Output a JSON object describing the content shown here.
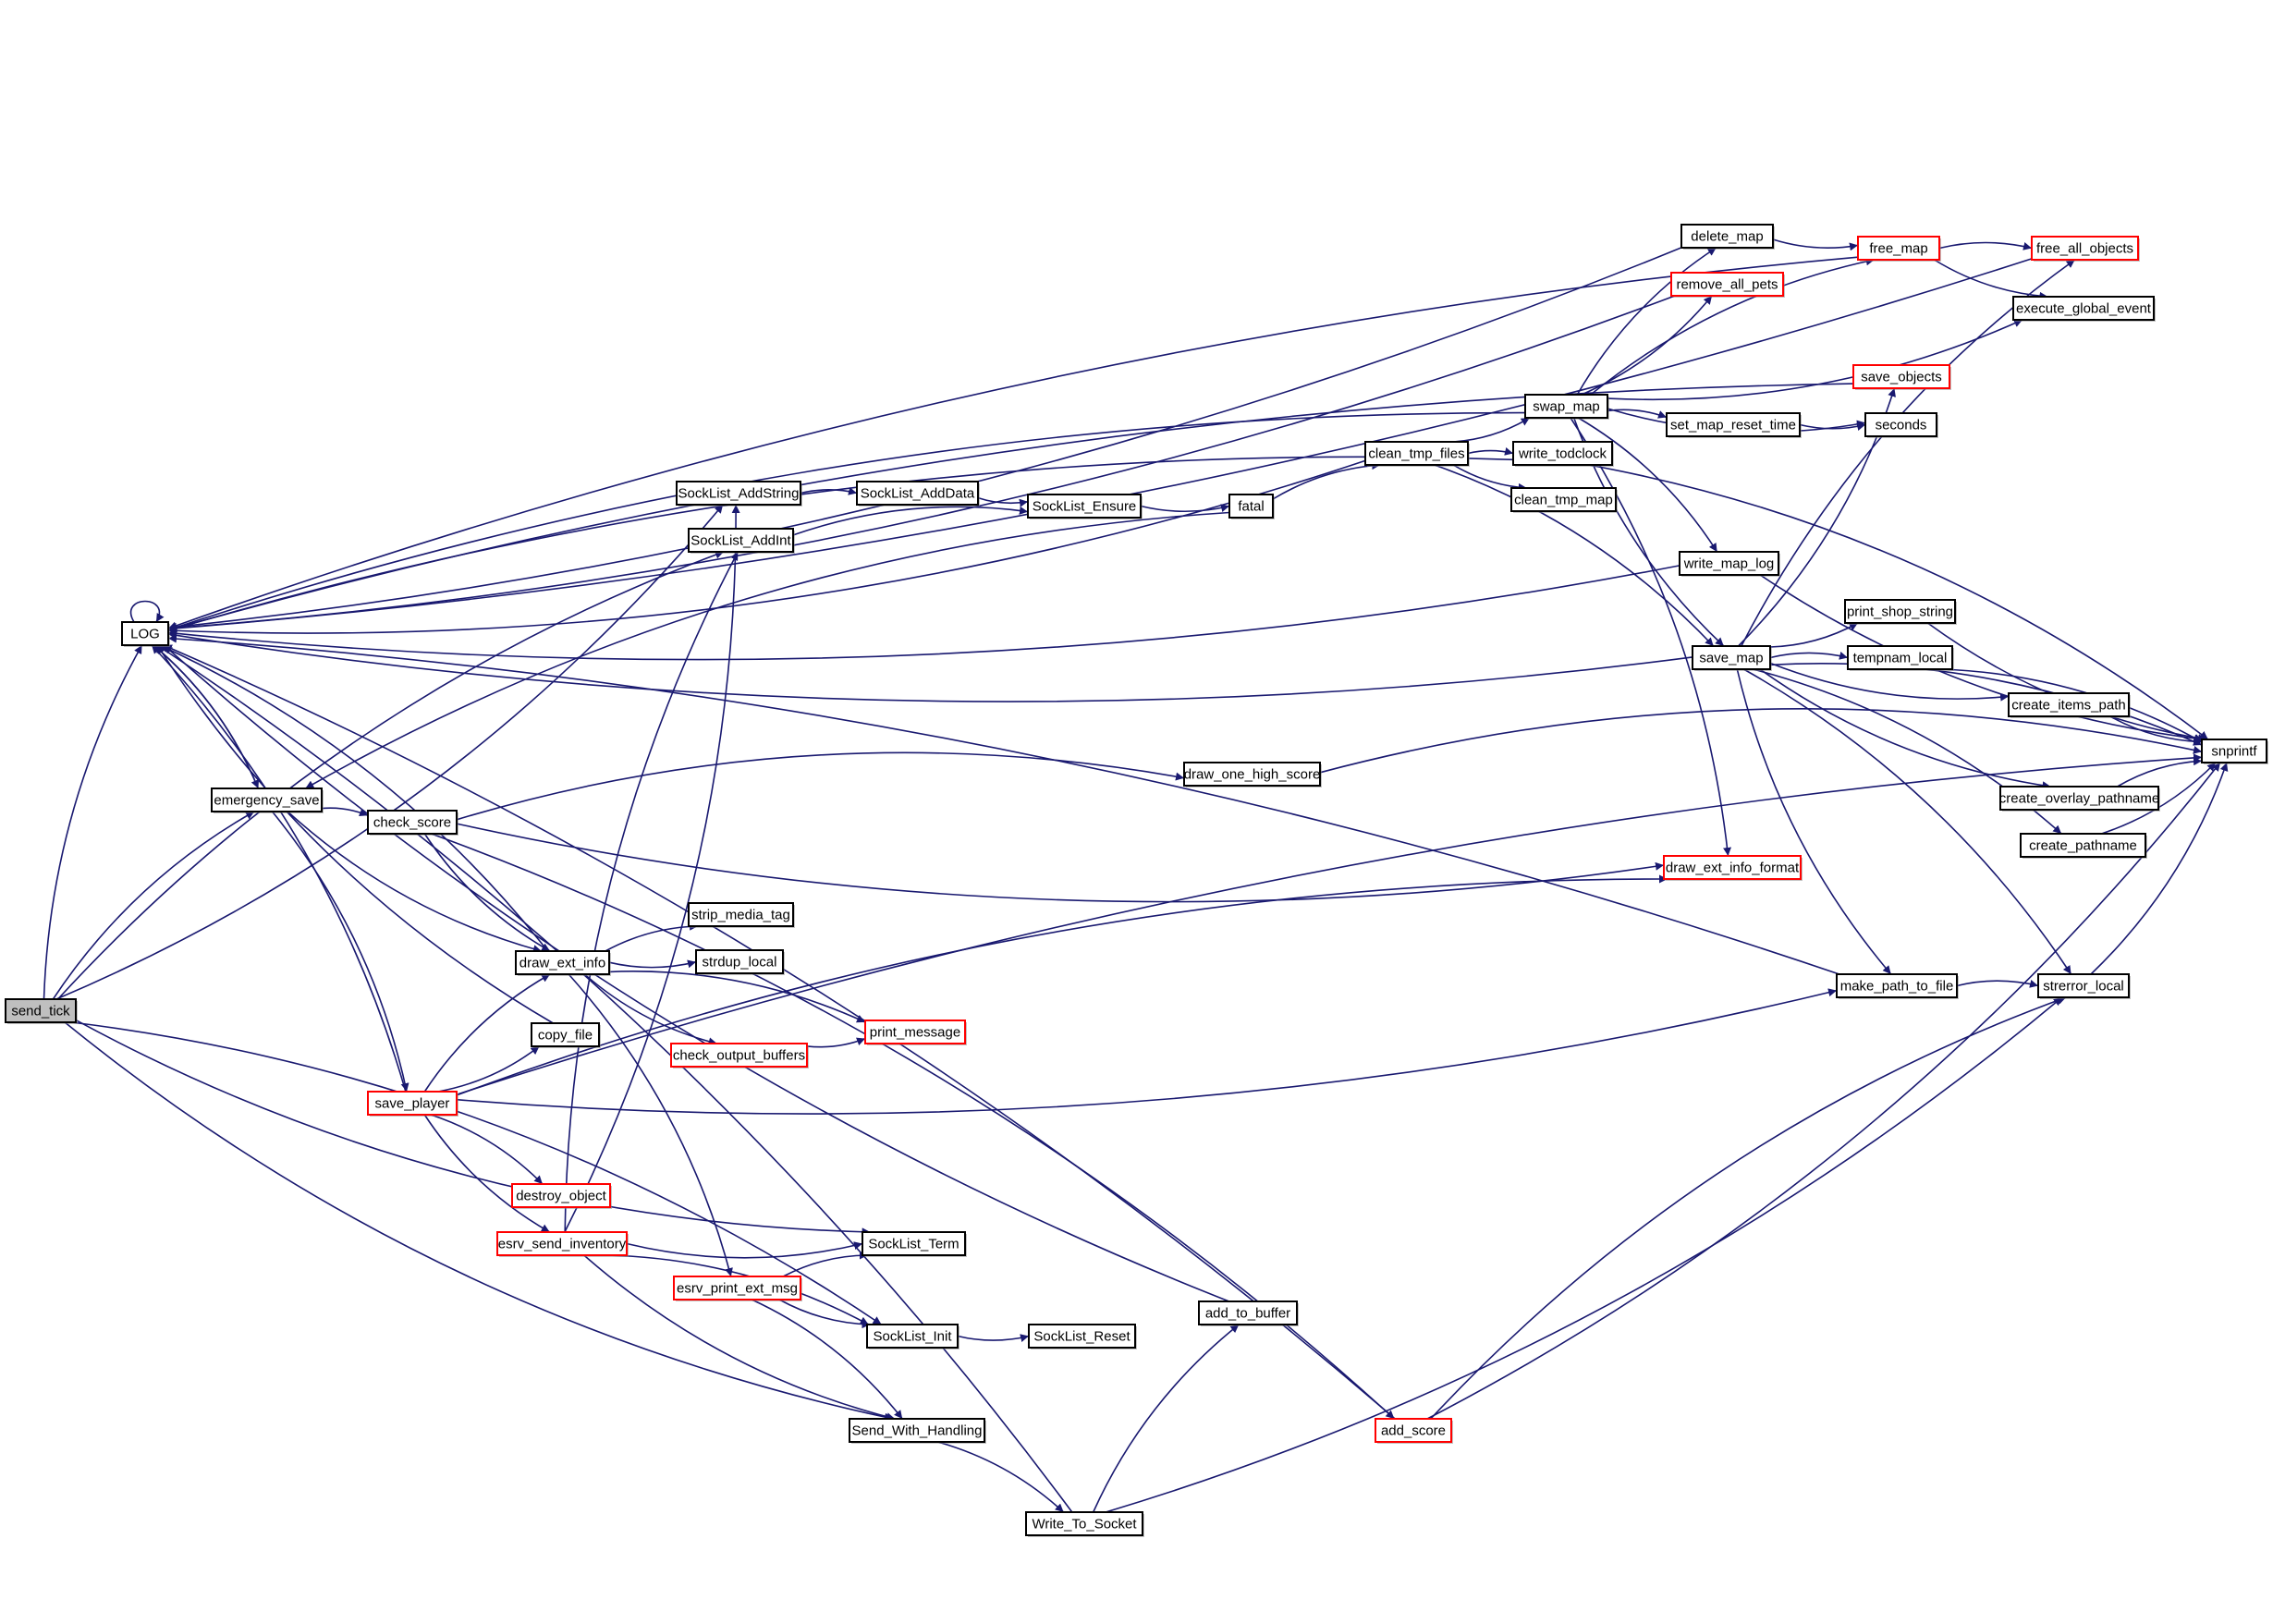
{
  "graph": {
    "type": "call-graph",
    "root": "send_tick",
    "colors": {
      "edge": "#191970",
      "node_border_default": "#000000",
      "node_border_truncated": "#ff0000",
      "root_fill": "#bfbfbf",
      "node_fill": "#ffffff"
    },
    "nodes": [
      {
        "id": "send_tick",
        "label": "send_tick",
        "style": "root"
      },
      {
        "id": "LOG",
        "label": "LOG",
        "style": "normal"
      },
      {
        "id": "emergency_save",
        "label": "emergency_save",
        "style": "normal"
      },
      {
        "id": "check_score",
        "label": "check_score",
        "style": "normal"
      },
      {
        "id": "draw_ext_info",
        "label": "draw_ext_info",
        "style": "normal"
      },
      {
        "id": "copy_file",
        "label": "copy_file",
        "style": "normal"
      },
      {
        "id": "save_player",
        "label": "save_player",
        "style": "truncated"
      },
      {
        "id": "destroy_object",
        "label": "destroy_object",
        "style": "truncated"
      },
      {
        "id": "esrv_send_inventory",
        "label": "esrv_send_inventory",
        "style": "truncated"
      },
      {
        "id": "esrv_print_ext_msg",
        "label": "esrv_print_ext_msg",
        "style": "truncated"
      },
      {
        "id": "SockList_Term",
        "label": "SockList_Term",
        "style": "normal"
      },
      {
        "id": "SockList_Init",
        "label": "SockList_Init",
        "style": "normal"
      },
      {
        "id": "SockList_Reset",
        "label": "SockList_Reset",
        "style": "normal"
      },
      {
        "id": "Send_With_Handling",
        "label": "Send_With_Handling",
        "style": "normal"
      },
      {
        "id": "Write_To_Socket",
        "label": "Write_To_Socket",
        "style": "normal"
      },
      {
        "id": "add_to_buffer",
        "label": "add_to_buffer",
        "style": "normal"
      },
      {
        "id": "add_score",
        "label": "add_score",
        "style": "truncated"
      },
      {
        "id": "SockList_AddString",
        "label": "SockList_AddString",
        "style": "normal"
      },
      {
        "id": "SockList_AddInt",
        "label": "SockList_AddInt",
        "style": "normal"
      },
      {
        "id": "SockList_AddData",
        "label": "SockList_AddData",
        "style": "normal"
      },
      {
        "id": "SockList_Ensure",
        "label": "SockList_Ensure",
        "style": "normal"
      },
      {
        "id": "fatal",
        "label": "fatal",
        "style": "normal"
      },
      {
        "id": "clean_tmp_files",
        "label": "clean_tmp_files",
        "style": "normal"
      },
      {
        "id": "write_todclock",
        "label": "write_todclock",
        "style": "normal"
      },
      {
        "id": "clean_tmp_map",
        "label": "clean_tmp_map",
        "style": "normal"
      },
      {
        "id": "swap_map",
        "label": "swap_map",
        "style": "normal"
      },
      {
        "id": "set_map_reset_time",
        "label": "set_map_reset_time",
        "style": "normal"
      },
      {
        "id": "seconds",
        "label": "seconds",
        "style": "normal"
      },
      {
        "id": "save_objects",
        "label": "save_objects",
        "style": "truncated"
      },
      {
        "id": "delete_map",
        "label": "delete_map",
        "style": "normal"
      },
      {
        "id": "remove_all_pets",
        "label": "remove_all_pets",
        "style": "truncated"
      },
      {
        "id": "free_map",
        "label": "free_map",
        "style": "truncated"
      },
      {
        "id": "free_all_objects",
        "label": "free_all_objects",
        "style": "truncated"
      },
      {
        "id": "execute_global_event",
        "label": "execute_global_event",
        "style": "normal"
      },
      {
        "id": "write_map_log",
        "label": "write_map_log",
        "style": "normal"
      },
      {
        "id": "save_map",
        "label": "save_map",
        "style": "normal"
      },
      {
        "id": "print_shop_string",
        "label": "print_shop_string",
        "style": "normal"
      },
      {
        "id": "tempnam_local",
        "label": "tempnam_local",
        "style": "normal"
      },
      {
        "id": "create_items_path",
        "label": "create_items_path",
        "style": "normal"
      },
      {
        "id": "snprintf",
        "label": "snprintf",
        "style": "normal"
      },
      {
        "id": "create_overlay_pathname",
        "label": "create_overlay_pathname",
        "style": "normal"
      },
      {
        "id": "create_pathname",
        "label": "create_pathname",
        "style": "normal"
      },
      {
        "id": "draw_one_high_score",
        "label": "draw_one_high_score",
        "style": "normal"
      },
      {
        "id": "draw_ext_info_format",
        "label": "draw_ext_info_format",
        "style": "truncated"
      },
      {
        "id": "make_path_to_file",
        "label": "make_path_to_file",
        "style": "normal"
      },
      {
        "id": "strerror_local",
        "label": "strerror_local",
        "style": "normal"
      },
      {
        "id": "strip_media_tag",
        "label": "strip_media_tag",
        "style": "normal"
      },
      {
        "id": "strdup_local",
        "label": "strdup_local",
        "style": "normal"
      },
      {
        "id": "check_output_buffers",
        "label": "check_output_buffers",
        "style": "truncated"
      },
      {
        "id": "print_message",
        "label": "print_message",
        "style": "truncated"
      }
    ],
    "edges": [
      [
        "send_tick",
        "LOG"
      ],
      [
        "send_tick",
        "SockList_AddString"
      ],
      [
        "send_tick",
        "SockList_AddInt"
      ],
      [
        "send_tick",
        "SockList_Term"
      ],
      [
        "send_tick",
        "SockList_Init"
      ],
      [
        "send_tick",
        "Send_With_Handling"
      ],
      [
        "send_tick",
        "emergency_save"
      ],
      [
        "LOG",
        "LOG"
      ],
      [
        "LOG",
        "emergency_save"
      ],
      [
        "emergency_save",
        "LOG"
      ],
      [
        "emergency_save",
        "check_score"
      ],
      [
        "emergency_save",
        "draw_ext_info"
      ],
      [
        "emergency_save",
        "save_player"
      ],
      [
        "check_score",
        "draw_ext_info"
      ],
      [
        "check_score",
        "draw_one_high_score"
      ],
      [
        "check_score",
        "draw_ext_info_format"
      ],
      [
        "check_score",
        "add_score"
      ],
      [
        "draw_ext_info",
        "LOG"
      ],
      [
        "draw_ext_info",
        "strip_media_tag"
      ],
      [
        "draw_ext_info",
        "strdup_local"
      ],
      [
        "draw_ext_info",
        "print_message"
      ],
      [
        "draw_ext_info",
        "check_output_buffers"
      ],
      [
        "draw_ext_info",
        "esrv_print_ext_msg"
      ],
      [
        "check_output_buffers",
        "print_message"
      ],
      [
        "copy_file",
        "LOG"
      ],
      [
        "save_player",
        "LOG"
      ],
      [
        "save_player",
        "draw_ext_info"
      ],
      [
        "save_player",
        "copy_file"
      ],
      [
        "save_player",
        "destroy_object"
      ],
      [
        "save_player",
        "esrv_send_inventory"
      ],
      [
        "save_player",
        "draw_ext_info_format"
      ],
      [
        "save_player",
        "make_path_to_file"
      ],
      [
        "save_player",
        "snprintf"
      ],
      [
        "esrv_send_inventory",
        "SockList_AddString"
      ],
      [
        "esrv_send_inventory",
        "SockList_AddInt"
      ],
      [
        "esrv_send_inventory",
        "SockList_Term"
      ],
      [
        "esrv_send_inventory",
        "SockList_Init"
      ],
      [
        "esrv_send_inventory",
        "Send_With_Handling"
      ],
      [
        "esrv_print_ext_msg",
        "SockList_Term"
      ],
      [
        "esrv_print_ext_msg",
        "SockList_Init"
      ],
      [
        "esrv_print_ext_msg",
        "Send_With_Handling"
      ],
      [
        "SockList_Init",
        "SockList_Reset"
      ],
      [
        "Send_With_Handling",
        "Write_To_Socket"
      ],
      [
        "Write_To_Socket",
        "LOG"
      ],
      [
        "Write_To_Socket",
        "add_to_buffer"
      ],
      [
        "Write_To_Socket",
        "strerror_local"
      ],
      [
        "add_to_buffer",
        "LOG"
      ],
      [
        "add_score",
        "LOG"
      ],
      [
        "add_score",
        "strerror_local"
      ],
      [
        "add_score",
        "snprintf"
      ],
      [
        "SockList_AddString",
        "SockList_AddData"
      ],
      [
        "SockList_AddData",
        "SockList_Ensure"
      ],
      [
        "SockList_AddInt",
        "SockList_Ensure"
      ],
      [
        "SockList_Ensure",
        "fatal"
      ],
      [
        "fatal",
        "clean_tmp_files"
      ],
      [
        "fatal",
        "emergency_save"
      ],
      [
        "clean_tmp_files",
        "LOG"
      ],
      [
        "clean_tmp_files",
        "swap_map"
      ],
      [
        "clean_tmp_files",
        "write_todclock"
      ],
      [
        "clean_tmp_files",
        "clean_tmp_map"
      ],
      [
        "clean_tmp_files",
        "save_map"
      ],
      [
        "write_todclock",
        "LOG"
      ],
      [
        "write_todclock",
        "snprintf"
      ],
      [
        "swap_map",
        "LOG"
      ],
      [
        "swap_map",
        "delete_map"
      ],
      [
        "swap_map",
        "remove_all_pets"
      ],
      [
        "swap_map",
        "free_map"
      ],
      [
        "swap_map",
        "execute_global_event"
      ],
      [
        "swap_map",
        "set_map_reset_time"
      ],
      [
        "swap_map",
        "seconds"
      ],
      [
        "swap_map",
        "write_map_log"
      ],
      [
        "swap_map",
        "save_map"
      ],
      [
        "swap_map",
        "draw_ext_info_format"
      ],
      [
        "set_map_reset_time",
        "seconds"
      ],
      [
        "delete_map",
        "LOG"
      ],
      [
        "delete_map",
        "free_map"
      ],
      [
        "remove_all_pets",
        "LOG"
      ],
      [
        "free_map",
        "LOG"
      ],
      [
        "free_map",
        "free_all_objects"
      ],
      [
        "free_map",
        "execute_global_event"
      ],
      [
        "free_all_objects",
        "LOG"
      ],
      [
        "save_objects",
        "LOG"
      ],
      [
        "write_map_log",
        "LOG"
      ],
      [
        "write_map_log",
        "snprintf"
      ],
      [
        "save_map",
        "LOG"
      ],
      [
        "save_map",
        "save_objects"
      ],
      [
        "save_map",
        "free_all_objects"
      ],
      [
        "save_map",
        "print_shop_string"
      ],
      [
        "save_map",
        "tempnam_local"
      ],
      [
        "save_map",
        "create_items_path"
      ],
      [
        "save_map",
        "snprintf"
      ],
      [
        "save_map",
        "create_overlay_pathname"
      ],
      [
        "save_map",
        "create_pathname"
      ],
      [
        "save_map",
        "make_path_to_file"
      ],
      [
        "save_map",
        "strerror_local"
      ],
      [
        "print_shop_string",
        "snprintf"
      ],
      [
        "tempnam_local",
        "snprintf"
      ],
      [
        "create_items_path",
        "snprintf"
      ],
      [
        "create_overlay_pathname",
        "snprintf"
      ],
      [
        "create_pathname",
        "snprintf"
      ],
      [
        "draw_one_high_score",
        "snprintf"
      ],
      [
        "make_path_to_file",
        "LOG"
      ],
      [
        "make_path_to_file",
        "strerror_local"
      ],
      [
        "strerror_local",
        "snprintf"
      ]
    ]
  }
}
